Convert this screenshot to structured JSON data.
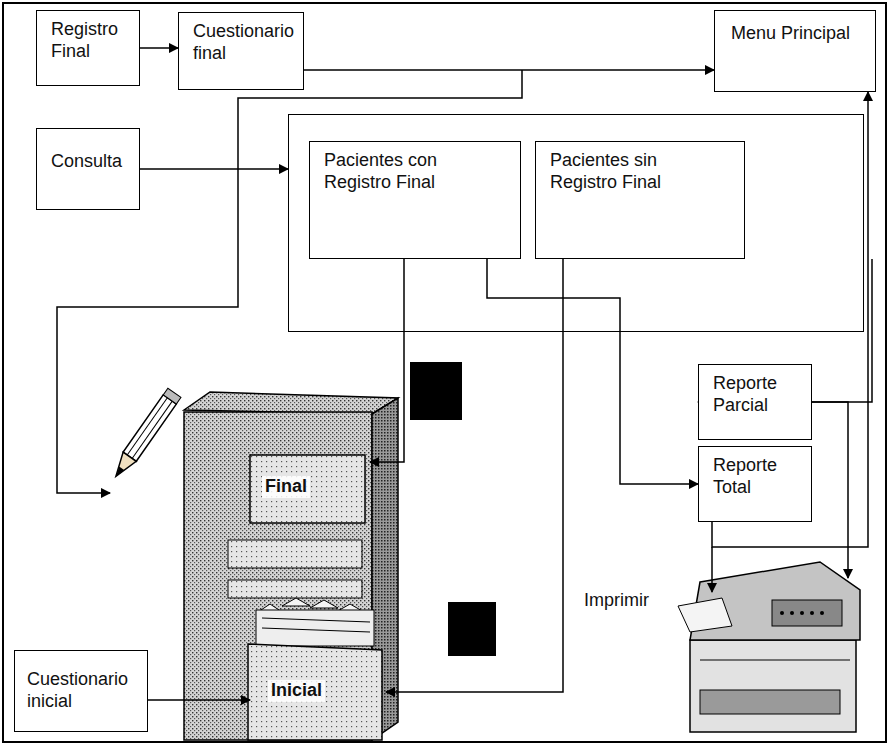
{
  "diagram": {
    "nodes": [
      {
        "text": [
          "Registro Final"
        ]
      },
      {
        "text": [
          "Cuestionario final"
        ]
      },
      {
        "text": [
          "Menu Principal"
        ]
      },
      {
        "text": [
          "Consulta"
        ]
      },
      {
        "text": []
      },
      {
        "text": [
          "Pacientes con Registro Final"
        ],
        "in": 4
      },
      {
        "text": [
          "Pacientes sin Registro Final"
        ],
        "in": 4
      },
      {
        "text": [
          "Reporte Parcial"
        ]
      },
      {
        "text": [
          "Reporte Total"
        ]
      },
      {
        "text": [
          "Cuestionario inicial"
        ]
      }
    ],
    "edges": [
      {
        "from": 0,
        "to": 1,
        "arrow": "to"
      },
      {
        "from": 1,
        "to": 2,
        "arrow": "to"
      },
      {
        "from": 3,
        "to": 4,
        "arrow": "to"
      },
      {
        "from": 5,
        "to": 8,
        "arrow": "to"
      },
      {
        "from": 6,
        "to": 7,
        "arrow": "to"
      },
      {
        "from": 8,
        "to": 2,
        "arrow": "to"
      }
    ],
    "labels": [
      "Final",
      "Inicial",
      "Imprimir"
    ]
  }
}
